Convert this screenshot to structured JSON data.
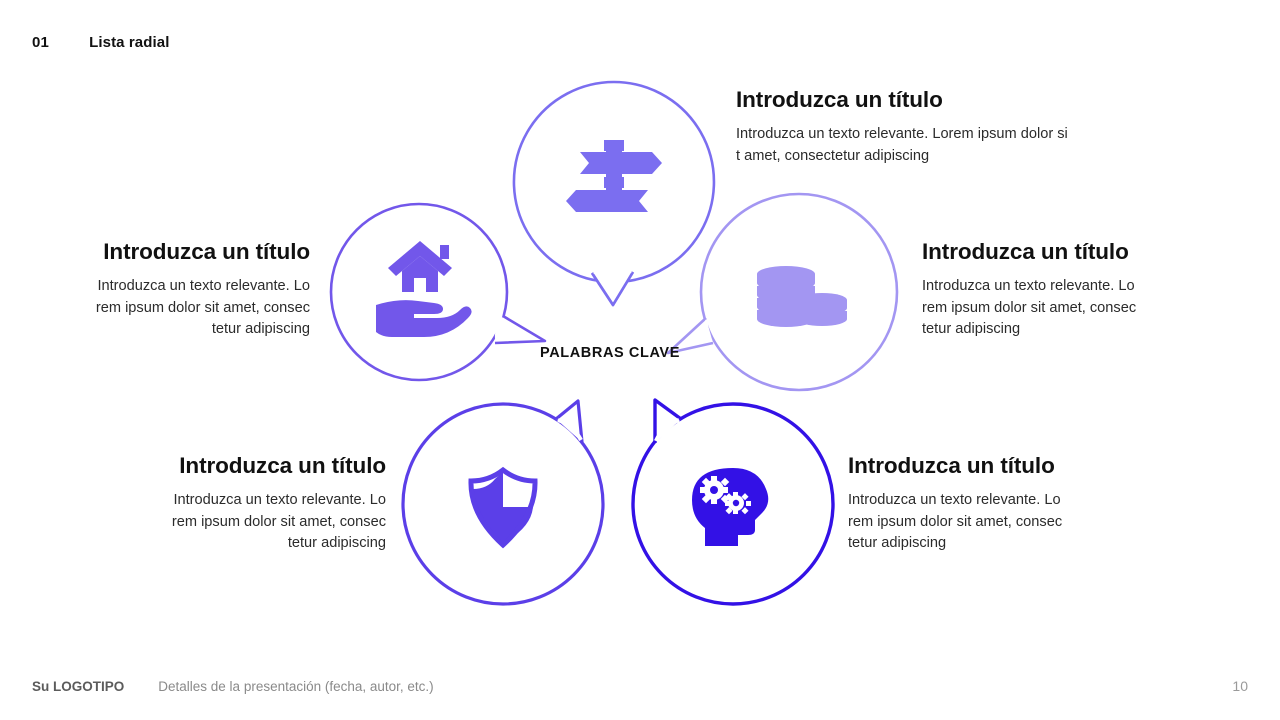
{
  "header": {
    "number": "01",
    "title": "Lista radial"
  },
  "center": {
    "label": "PALABRAS CLAVE"
  },
  "nodes": [
    {
      "id": "signpost",
      "icon": "signpost-icon",
      "color": "#7b6ef0",
      "title": "Introduzca un título",
      "body": "Introduzca un texto relevante. Lorem ipsum dolor si\nt amet, consectetur adipiscing"
    },
    {
      "id": "coins",
      "icon": "coins-stack-icon",
      "color": "#a396f2",
      "title": "Introduzca un título",
      "body": "Introduzca un texto relevante. Lo\nrem ipsum dolor sit amet, consec\ntetur adipiscing"
    },
    {
      "id": "brain-gears",
      "icon": "head-gears-icon",
      "color": "#3311e6",
      "title": "Introduzca un título",
      "body": "Introduzca un texto relevante. Lo\nrem ipsum dolor sit amet, consec\ntetur adipiscing"
    },
    {
      "id": "shield",
      "icon": "shield-icon",
      "color": "#5b3fe8",
      "title": "Introduzca un título",
      "body": "Introduzca un texto relevante. Lo\nrem ipsum dolor sit amet, consec\ntetur adipiscing"
    },
    {
      "id": "house-hand",
      "icon": "house-in-hand-icon",
      "color": "#7257ea",
      "title": "Introduzca un título",
      "body": "Introduzca un texto relevante. Lo\nrem ipsum dolor sit amet, consec\ntetur adipiscing"
    }
  ],
  "footer": {
    "logo": "Su LOGOTIPO",
    "details": "Detalles de la presentación (fecha, autor, etc.)",
    "page": "10"
  }
}
